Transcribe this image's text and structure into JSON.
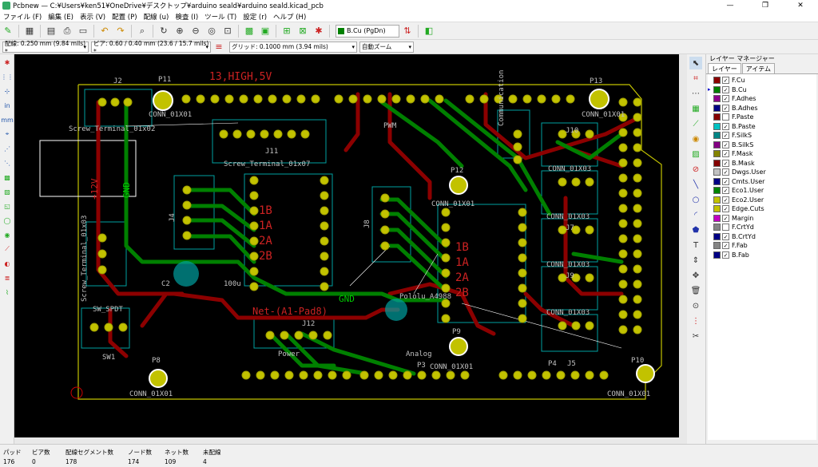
{
  "titlebar": {
    "title": "Pcbnew — C:¥Users¥ken51¥OneDrive¥デスクトップ¥arduino seald¥arduino seald.kicad_pcb",
    "min": "—",
    "max": "❐",
    "close": "✕"
  },
  "menu": [
    "ファイル (F)",
    "編集 (E)",
    "表示 (V)",
    "配置 (P)",
    "配線 (u)",
    "検査 (I)",
    "ツール (T)",
    "設定 (r)",
    "ヘルプ (H)"
  ],
  "toolbar": {
    "active_layer": "B.Cu (PgDn)"
  },
  "toolbar2": {
    "track": "配線: 0.250 mm (9.84 mils) *",
    "via": "ビア: 0.60 / 0.40 mm (23.6 / 15.7 mils) *",
    "grid": "グリッド: 0.1000 mm (3.94 mils)",
    "zoom": "自動ズーム"
  },
  "layer_manager": {
    "title": "レイヤー マネージャー",
    "tabs": [
      "レイヤー",
      "アイテム"
    ],
    "layers": [
      {
        "name": "F.Cu",
        "color": "#8c0000",
        "checked": true,
        "active": false
      },
      {
        "name": "B.Cu",
        "color": "#008000",
        "checked": true,
        "active": true
      },
      {
        "name": "F.Adhes",
        "color": "#8c008c",
        "checked": true,
        "active": false
      },
      {
        "name": "B.Adhes",
        "color": "#000084",
        "checked": true,
        "active": false
      },
      {
        "name": "F.Paste",
        "color": "#840000",
        "checked": false,
        "active": false
      },
      {
        "name": "B.Paste",
        "color": "#00c2c2",
        "checked": true,
        "active": false
      },
      {
        "name": "F.SilkS",
        "color": "#008484",
        "checked": true,
        "active": false
      },
      {
        "name": "B.SilkS",
        "color": "#840084",
        "checked": true,
        "active": false
      },
      {
        "name": "F.Mask",
        "color": "#848400",
        "checked": true,
        "active": false
      },
      {
        "name": "B.Mask",
        "color": "#840000",
        "checked": true,
        "active": false
      },
      {
        "name": "Dwgs.User",
        "color": "#c2c2c2",
        "checked": true,
        "active": false
      },
      {
        "name": "Cmts.User",
        "color": "#000084",
        "checked": true,
        "active": false
      },
      {
        "name": "Eco1.User",
        "color": "#008400",
        "checked": true,
        "active": false
      },
      {
        "name": "Eco2.User",
        "color": "#c2c200",
        "checked": true,
        "active": false
      },
      {
        "name": "Edge.Cuts",
        "color": "#c2c200",
        "checked": true,
        "active": false
      },
      {
        "name": "Margin",
        "color": "#c200c2",
        "checked": true,
        "active": false
      },
      {
        "name": "F.CrtYd",
        "color": "#848484",
        "checked": false,
        "active": false
      },
      {
        "name": "B.CrtYd",
        "color": "#000084",
        "checked": true,
        "active": false
      },
      {
        "name": "F.Fab",
        "color": "#848484",
        "checked": true,
        "active": false
      },
      {
        "name": "B.Fab",
        "color": "#000084",
        "checked": true,
        "active": false
      }
    ]
  },
  "status": {
    "labels": [
      "パッド",
      "ビア数",
      "配線セグメント数",
      "ノード数",
      "ネット数",
      "未配線"
    ],
    "values": [
      "176",
      "0",
      "178",
      "174",
      "109",
      "4"
    ]
  },
  "board": {
    "net_label_top": "13,HIGH,5V",
    "net_a1": "Net-(A1-Pad8)",
    "gnd": "GND",
    "plus12": "+12V",
    "pins_left": [
      "1B",
      "1A",
      "2A",
      "2B"
    ],
    "pins_right": [
      "1B",
      "1A",
      "2A",
      "2B"
    ],
    "labels": [
      {
        "t": "P11",
        "k": "p11"
      },
      {
        "t": "J2",
        "k": "j2"
      },
      {
        "t": "CONN_01X01",
        "k": "c1"
      },
      {
        "t": "Screw_Terminal_01x02",
        "k": "st2"
      },
      {
        "t": "Screw_Terminal_01x07",
        "k": "st7"
      },
      {
        "t": "J11",
        "k": "j11"
      },
      {
        "t": "PWM",
        "k": "pwm"
      },
      {
        "t": "P13",
        "k": "p13"
      },
      {
        "t": "CONN_01X01",
        "k": "c2"
      },
      {
        "t": "J10",
        "k": "j10"
      },
      {
        "t": "CONN_01X03",
        "k": "c3"
      },
      {
        "t": "Communication",
        "k": "comm"
      },
      {
        "t": "P12",
        "k": "p12"
      },
      {
        "t": "CONN_01X01",
        "k": "c4"
      },
      {
        "t": "J4",
        "k": "j4"
      },
      {
        "t": "J8",
        "k": "j8"
      },
      {
        "t": "C2",
        "k": "c2l"
      },
      {
        "t": "100u",
        "k": "cap"
      },
      {
        "t": "SW1",
        "k": "sw1"
      },
      {
        "t": "SW_SPDT",
        "k": "swspdt"
      },
      {
        "t": "J12",
        "k": "j12"
      },
      {
        "t": "Power",
        "k": "power"
      },
      {
        "t": "P3",
        "k": "p3"
      },
      {
        "t": "CONN_01X01",
        "k": "c5"
      },
      {
        "t": "P9",
        "k": "p9"
      },
      {
        "t": "Analog",
        "k": "analog"
      },
      {
        "t": "P8",
        "k": "p8"
      },
      {
        "t": "CONN_01X01",
        "k": "c6"
      },
      {
        "t": "P10",
        "k": "p10"
      },
      {
        "t": "CONN_01X01",
        "k": "c7"
      },
      {
        "t": "P4",
        "k": "p4"
      },
      {
        "t": "J5",
        "k": "j5"
      },
      {
        "t": "J7",
        "k": "j7"
      },
      {
        "t": "J9",
        "k": "j9"
      },
      {
        "t": "CONN_01X03",
        "k": "c8"
      },
      {
        "t": "CONN_01X03",
        "k": "c9"
      },
      {
        "t": "CONN_01X03",
        "k": "c10"
      },
      {
        "t": "Screw_Terminal_01x03",
        "k": "st3"
      },
      {
        "t": "Pololu_A4988",
        "k": "a4988"
      }
    ]
  }
}
